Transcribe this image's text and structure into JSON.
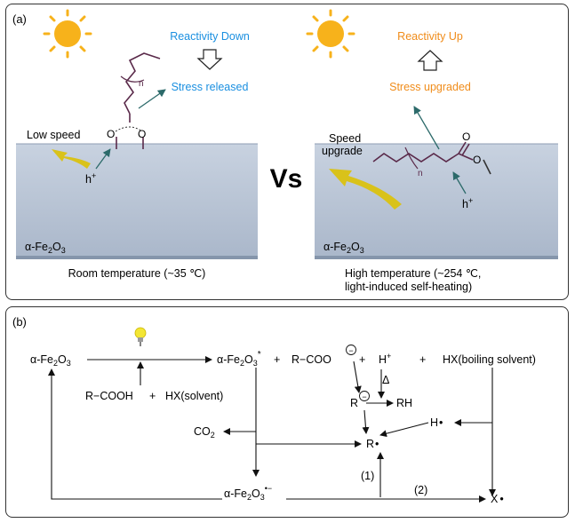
{
  "panel_a": {
    "label": "(a)",
    "left": {
      "reactivity": "Reactivity Down",
      "stress": "Stress released",
      "speed": "Low speed",
      "hole_base": "h",
      "hole_sup": "+",
      "n_label": "n",
      "o1": "O",
      "o2": "O",
      "surface_base": "α-Fe",
      "surface_sub1": "2",
      "surface_mid": "O",
      "surface_sub2": "3",
      "caption": "Room temperature (~35 ℃)"
    },
    "vs": "Vs",
    "right": {
      "reactivity": "Reactivity Up",
      "stress": "Stress upgraded",
      "speed_line1": "Speed",
      "speed_line2": "upgrade",
      "hole_base": "h",
      "hole_sup": "+",
      "n_label": "n",
      "o_carbonyl": "O",
      "o_ester": "O",
      "surface_base": "α-Fe",
      "surface_sub1": "2",
      "surface_mid": "O",
      "surface_sub2": "3",
      "caption_line1": "High temperature (~254 ℃,",
      "caption_line2": "light-induced self-heating)"
    },
    "colors": {
      "blue_text": "#1a8fe0",
      "orange_text": "#f08c1a",
      "surface": "#b9c5d6",
      "molecule": "#5a2a4a",
      "sun": "#f7b21b",
      "arrow": "#d9c21a"
    }
  },
  "panel_b": {
    "label": "(b)",
    "fe_left_base": "α-Fe",
    "fe_left_sub1": "2",
    "fe_left_mid": "O",
    "fe_left_sub2": "3",
    "acid": "R−COOH",
    "plus1": "+",
    "hx_solvent": "HX(solvent)",
    "fe_star_base": "α-Fe",
    "fe_star_sub1": "2",
    "fe_star_mid": "O",
    "fe_star_sub2": "3",
    "fe_star_sup": "*",
    "plus2": "+",
    "carboxylate": "R−COO",
    "minus": "−",
    "plus3": "+",
    "h_plus_base": "H",
    "h_plus_sup": "+",
    "plus4": "+",
    "hx_boiling": "HX(boiling solvent)",
    "delta": "Δ",
    "r_anion": "R",
    "rh": "RH",
    "co2_base": "CO",
    "co2_sub": "2",
    "h_radical": "H",
    "r_radical": "R",
    "label_1": "(1)",
    "label_2": "(2)",
    "fe_rad_base": "α-Fe",
    "fe_rad_sub1": "2",
    "fe_rad_mid": "O",
    "fe_rad_sub2": "3",
    "fe_rad_sup": "•−",
    "x_radical": "X",
    "dot": "•"
  }
}
